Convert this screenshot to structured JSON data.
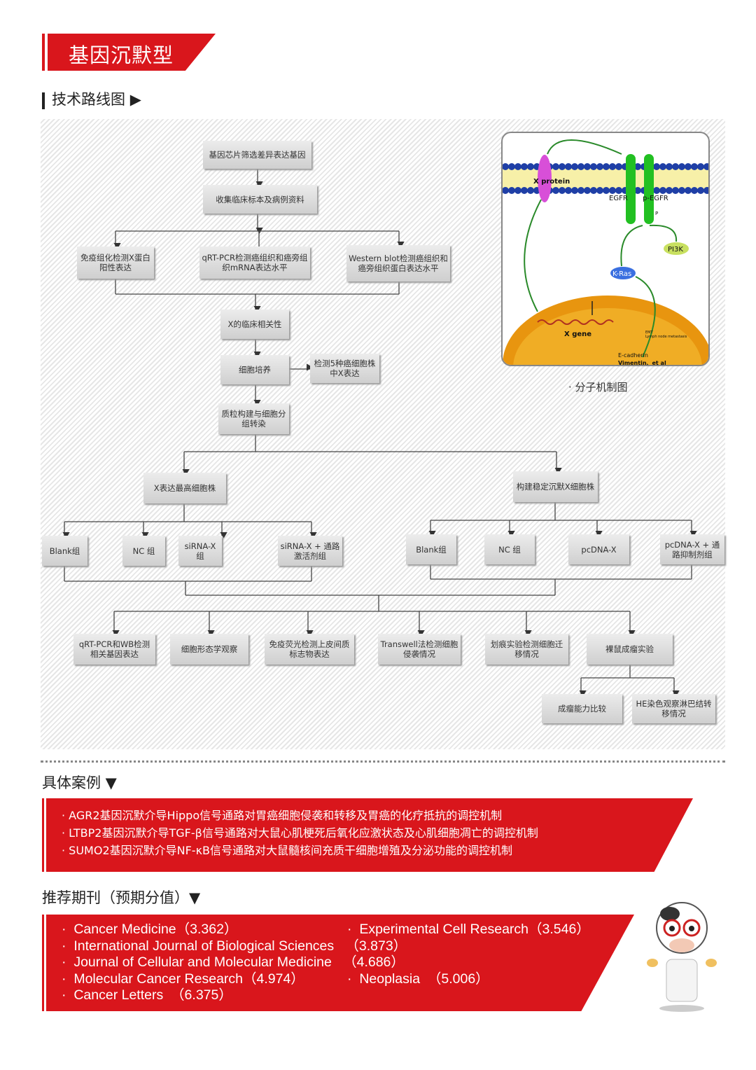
{
  "title": "基因沉默型",
  "tech_route": {
    "heading": "技术路线图",
    "arrow": "▶"
  },
  "flow": {
    "boxes": [
      "基因芯片筛选差异表达基因",
      "收集临床标本及病例资料",
      "免疫组化检测X蛋白阳性表达",
      "qRT-PCR检测癌组织和癌旁组织mRNA表达水平",
      "Western blot检测癌组织和癌旁组织蛋白表达水平",
      "X的临床相关性",
      "细胞培养",
      "检测5种癌细胞株中X表达",
      "质粒构建与细胞分组转染",
      "X表达最高细胞株",
      "构建稳定沉默X细胞株",
      "Blank组",
      "NC 组",
      "siRNA-X组",
      "siRNA-X + 通路激活剂组",
      "Blank组",
      "NC 组",
      "pcDNA-X",
      "pcDNA-X + 通路抑制剂组",
      "qRT-PCR和WB检测相关基因表达",
      "细胞形态学观察",
      "免疫荧光检测上皮间质标志物表达",
      "Transwell法检测细胞侵袭情况",
      "划痕实验检测细胞迁移情况",
      "裸鼠成瘤实验",
      "成瘤能力比较",
      "HE染色观察淋巴结转移情况"
    ]
  },
  "mechanism": {
    "caption": "· 分子机制图",
    "labels": {
      "x_protein": "X protein",
      "egfr": "EGFR",
      "p_egfr": "p-EGFR",
      "p": "P",
      "pi3k": "PI3K",
      "kras": "K-Ras",
      "x_gene": "X gene",
      "emt": "EMT",
      "lymph": "Lymph node metastasis",
      "ecad": "E-cadherin",
      "vim": "Vimentin、et al"
    }
  },
  "cases": {
    "heading": "具体案例 ▼",
    "items": [
      "·  AGR2基因沉默介导Hippo信号通路对胃癌细胞侵袭和转移及胃癌的化疗抵抗的调控机制",
      "·  LTBP2基因沉默介导TGF-β信号通路对大鼠心肌梗死后氧化应激状态及心肌细胞凋亡的调控机制",
      "·  SUMO2基因沉默介导NF-κB信号通路对大鼠髓核间充质干细胞增殖及分泌功能的调控机制"
    ]
  },
  "journals": {
    "heading": "推荐期刊（预期分值）▼",
    "rows": [
      [
        "·  Cancer Medicine（3.362）",
        "·  Experimental Cell Research（3.546）"
      ],
      [
        "·  International Journal of Biological Sciences   （3.873）"
      ],
      [
        "·  Journal of Cellular and Molecular Medicine   （4.686）"
      ],
      [
        "·  Molecular Cancer Research（4.974）",
        "·  Neoplasia  （5.006）"
      ],
      [
        "·  Cancer Letters  （6.375）"
      ]
    ]
  },
  "colors": {
    "accent": "#d9161c"
  }
}
